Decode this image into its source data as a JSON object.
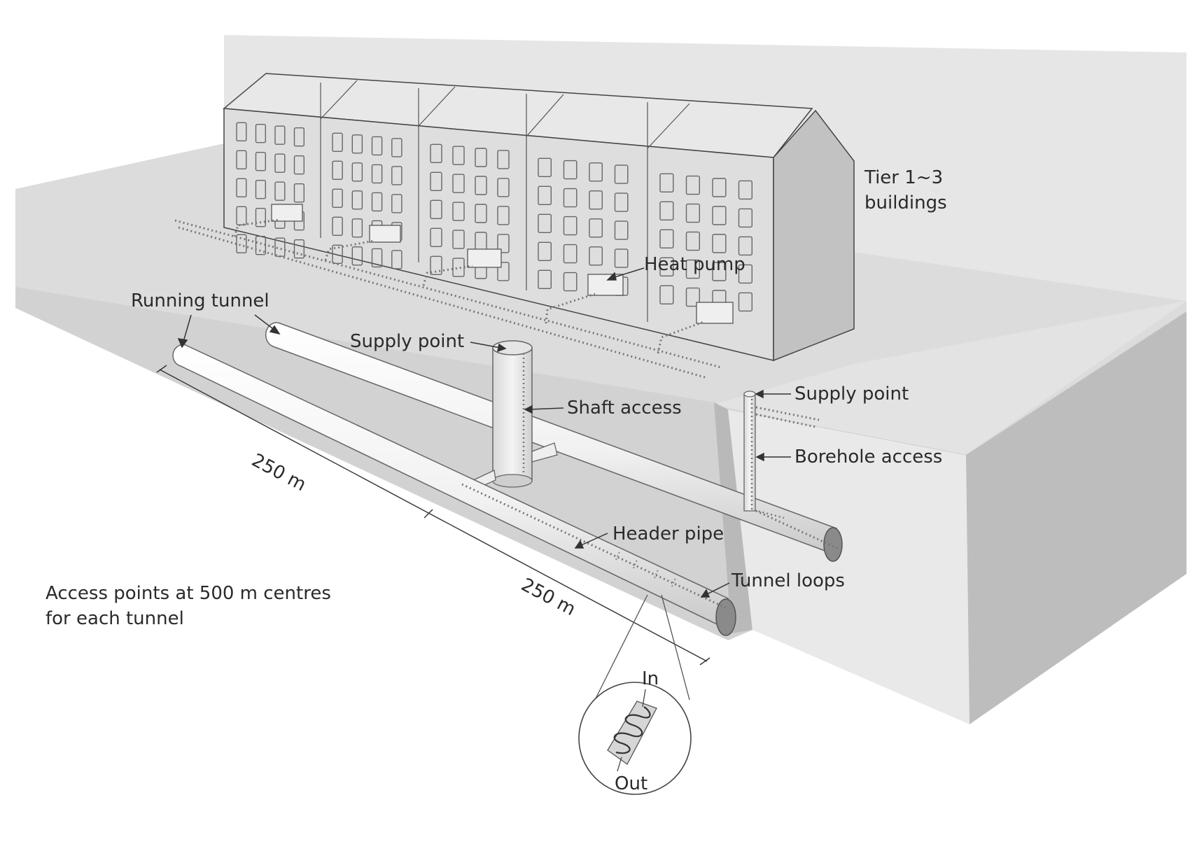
{
  "labels": {
    "tier_line1": "Tier 1~3",
    "tier_line2": "buildings",
    "heat_pump": "Heat pump",
    "running_tunnel": "Running tunnel",
    "supply_point_1": "Supply point",
    "supply_point_2": "Supply point",
    "shaft_access": "Shaft access",
    "borehole_access": "Borehole access",
    "header_pipe": "Header pipe",
    "tunnel_loops": "Tunnel loops",
    "dim_1": "250 m",
    "dim_2": "250 m",
    "access_line1": "Access points at 500 m centres",
    "access_line2": "for each tunnel",
    "detail_in": "In",
    "detail_out": "Out"
  }
}
